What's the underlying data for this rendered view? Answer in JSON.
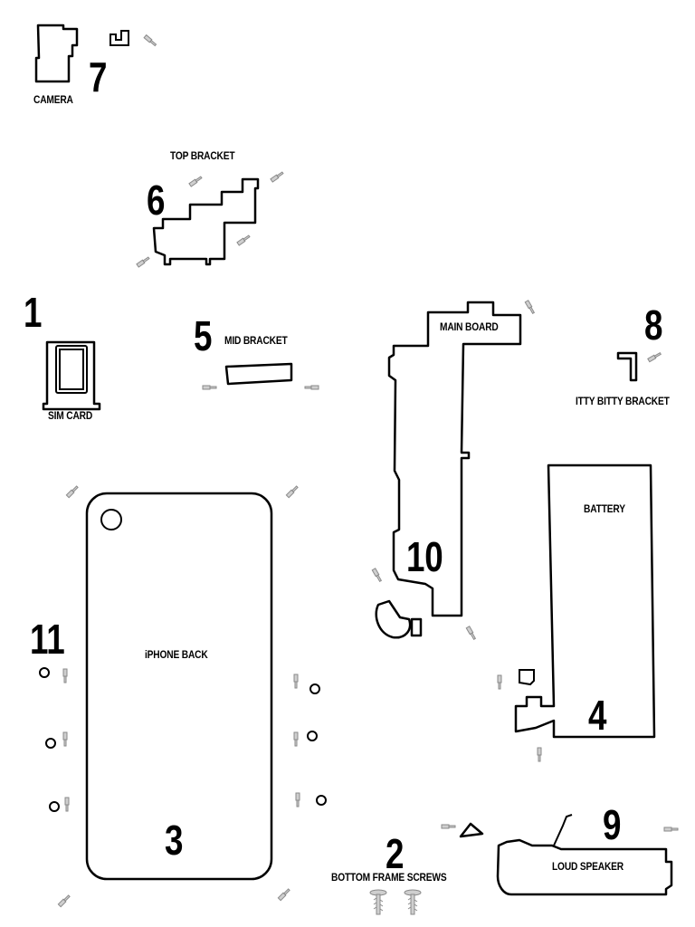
{
  "labels": {
    "camera": "CAMERA",
    "top_bracket": "TOP BRACKET",
    "mid_bracket": "MID BRACKET",
    "main_board": "MAIN BOARD",
    "itty_bitty_bracket": "ITTY BITTY BRACKET",
    "sim_card": "SIM CARD",
    "battery": "BATTERY",
    "iphone_back": "iPHONE BACK",
    "bottom_frame_screws": "BOTTOM FRAME SCREWS",
    "loud_speaker": "LOUD SPEAKER"
  },
  "numbers": {
    "sim_card": "1",
    "bottom_frame_screws": "2",
    "iphone_back": "3",
    "battery": "4",
    "mid_bracket": "5",
    "top_bracket": "6",
    "camera": "7",
    "itty_bitty_bracket": "8",
    "loud_speaker": "9",
    "main_board_connector": "10",
    "back_screws": "11"
  }
}
